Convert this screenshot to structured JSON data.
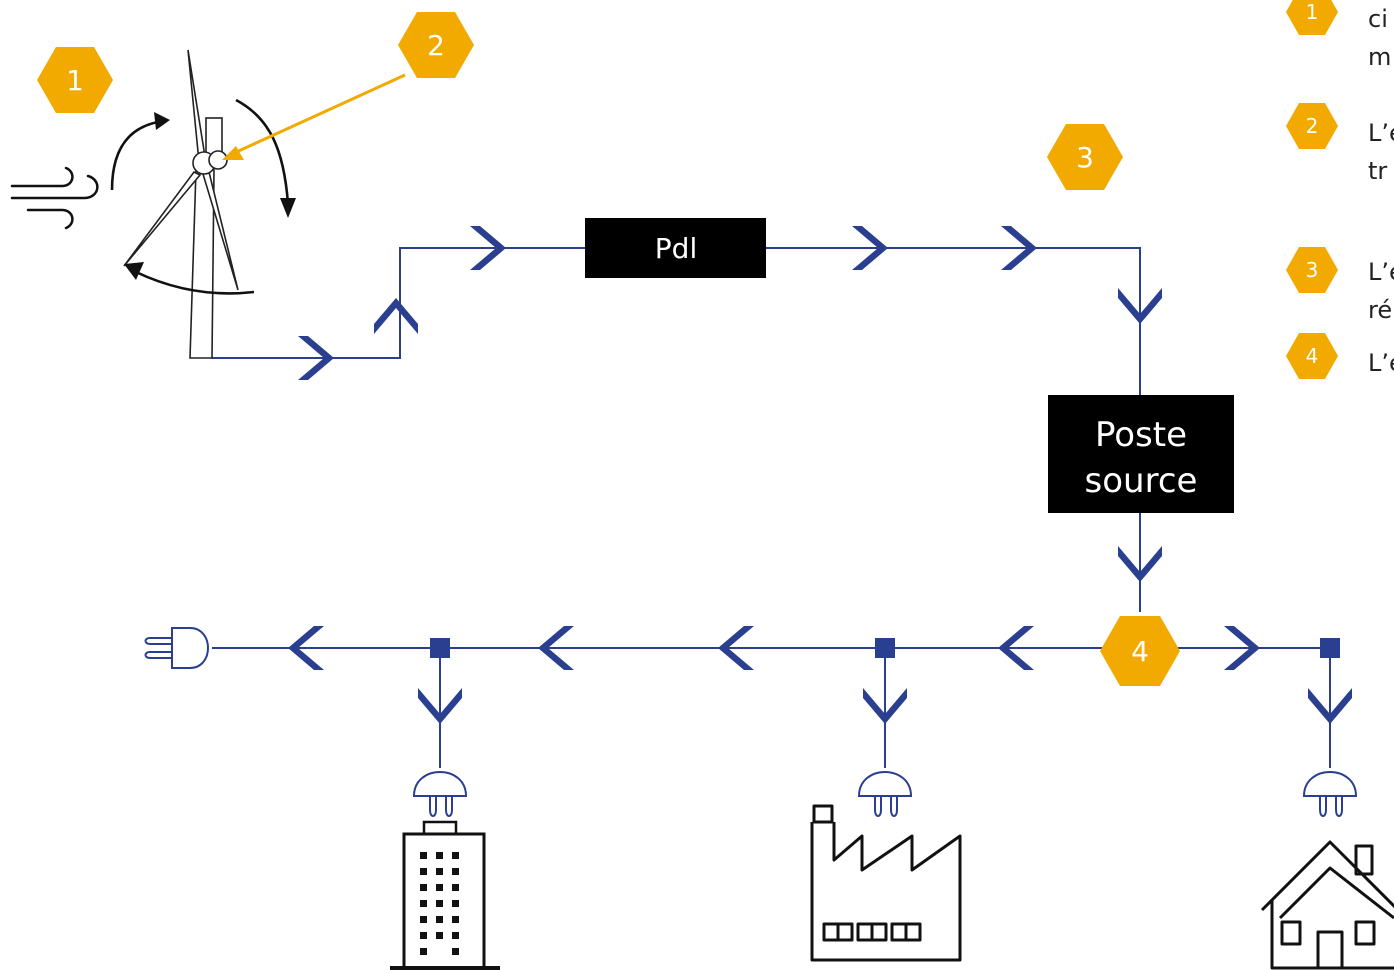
{
  "boxes": {
    "pdl": "Pdl",
    "poste_line1": "Poste",
    "poste_line2": "source"
  },
  "markers": [
    "1",
    "2",
    "3",
    "4"
  ],
  "legend": [
    {
      "number": "1",
      "lines": [
        "ci",
        "m"
      ]
    },
    {
      "number": "2",
      "lines": [
        "L’é",
        "tr"
      ]
    },
    {
      "number": "3",
      "lines": [
        "L’é",
        "ré"
      ]
    },
    {
      "number": "4",
      "lines": [
        "L’é"
      ]
    }
  ],
  "colors": {
    "marker": "#f2a900",
    "marker_text": "#ffffff",
    "arrow": "#2a3f8f",
    "line": "#2a3f8f",
    "box": "#000000",
    "box_text": "#ffffff",
    "icon_stroke": "#111111",
    "accent_arrow": "#f2a900"
  },
  "icons": [
    "wind-icon",
    "wind-turbine-icon",
    "plug-icon",
    "office-building-icon",
    "factory-icon",
    "house-icon"
  ]
}
